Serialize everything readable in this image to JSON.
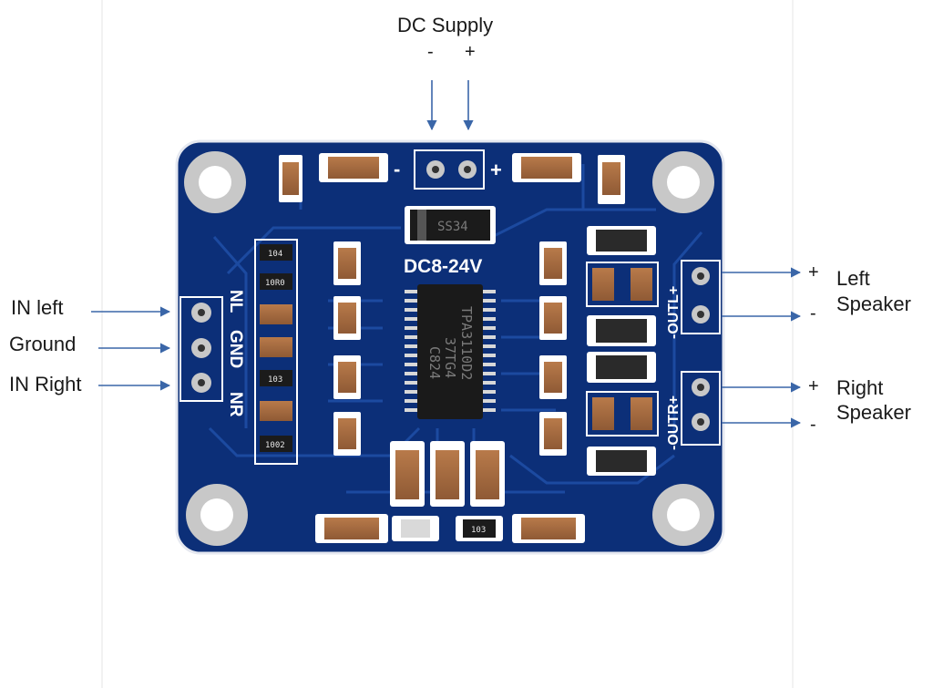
{
  "top_label": {
    "title": "DC Supply",
    "minus": "-",
    "plus": "+"
  },
  "left_labels": {
    "in_left": "IN left",
    "ground": "Ground",
    "in_right": "IN Right"
  },
  "right_labels": {
    "left_plus": "+",
    "left_minus": "-",
    "left_line1": "Left",
    "left_line2": "Speaker",
    "right_plus": "+",
    "right_minus": "-",
    "right_line1": "Right",
    "right_line2": "Speaker"
  },
  "board": {
    "power_minus": "-",
    "power_plus": "+",
    "diode": "SS34",
    "voltage": "DC8-24V",
    "chip_line1": "TPA3110D2",
    "chip_line2": "37TG4",
    "chip_line3": "C824",
    "in_nl": "NL",
    "in_gnd": "GND",
    "in_nr": "NR",
    "out_l": "-OUTL+",
    "out_r": "-OUTR+",
    "res_104": "104",
    "res_10r0": "10R0",
    "res_103a": "103",
    "res_103b": "103",
    "res_1002": "1002"
  },
  "colors": {
    "board": "#0c2f78",
    "pad": "#c8c8c8",
    "arrow": "#3a66a8",
    "trace": "#1c4aa0"
  }
}
